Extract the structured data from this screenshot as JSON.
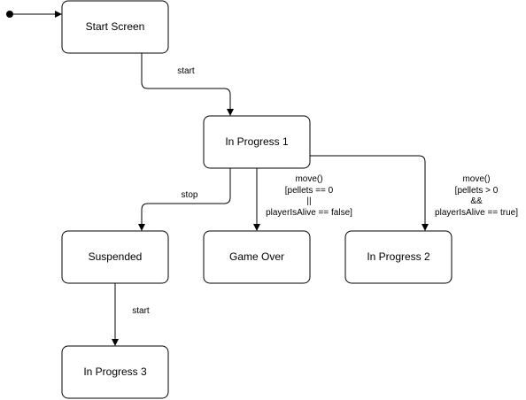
{
  "states": {
    "start_screen": "Start Screen",
    "in_progress_1": "In Progress 1",
    "suspended": "Suspended",
    "game_over": "Game Over",
    "in_progress_2": "In Progress 2",
    "in_progress_3": "In Progress 3"
  },
  "transitions": {
    "start_1": "start",
    "stop": "stop",
    "start_2": "start",
    "game_over_guard": [
      "move()",
      "[pellets == 0",
      "||",
      "playerIsAlive == false]"
    ],
    "in_progress_2_guard": [
      "move()",
      "[pellets > 0",
      "&&",
      "playerIsAlive == true]"
    ]
  }
}
